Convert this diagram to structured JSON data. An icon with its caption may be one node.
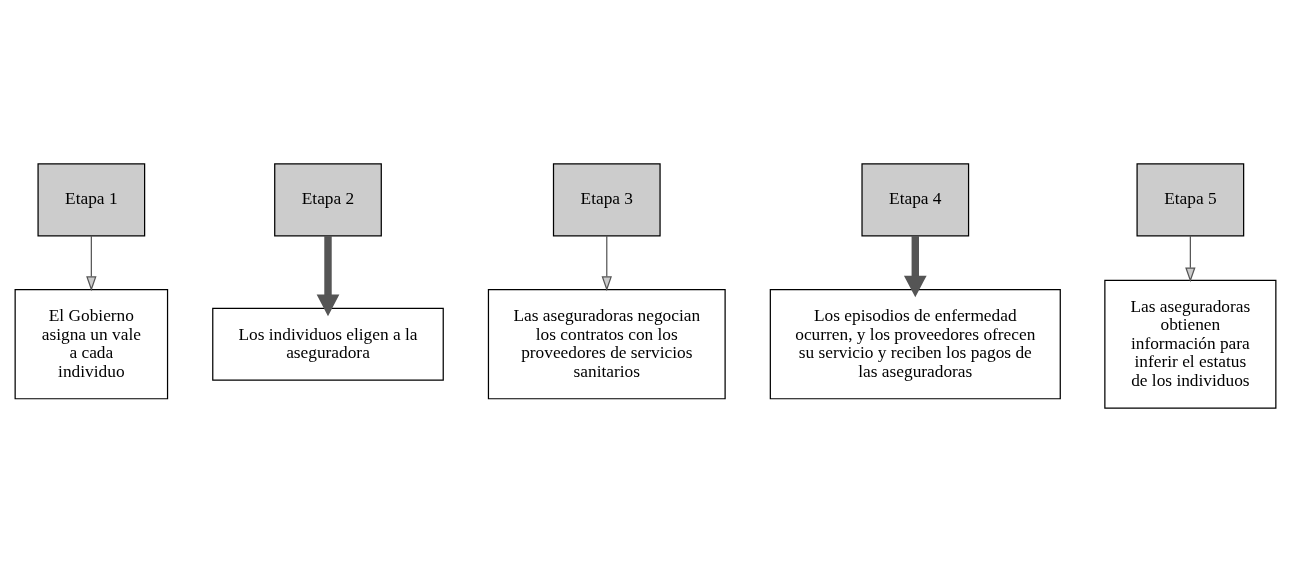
{
  "diagram": {
    "nodes": [
      {
        "text": [
          "Etapa 1"
        ]
      },
      {
        "text": [
          "Etapa 2"
        ]
      },
      {
        "text": [
          "Etapa 3"
        ]
      },
      {
        "text": [
          "Etapa 4"
        ]
      },
      {
        "text": [
          "Etapa 5"
        ]
      },
      {
        "text": [
          "El Gobierno asigna un vale a cada individuo"
        ]
      },
      {
        "text": [
          "Las aseguradoras negocian los contratos con los proveedores de servicios sanitarios"
        ]
      },
      {
        "text": [
          "Las aseguradoras obtienen información para inferir el estatus de los individuos"
        ]
      },
      {
        "text": [
          "Los individuos eligen a la aseguradora"
        ]
      },
      {
        "text": [
          "Los episodios de enfermedad ocurren, y los proveedores ofrecen su servicio y reciben los pagos de las aseguradoras"
        ]
      }
    ],
    "edges": [
      {
        "from": 0,
        "to": 5,
        "arrow": "to"
      },
      {
        "from": 1,
        "to": 8,
        "arrow": "to",
        "style": "thick"
      },
      {
        "from": 2,
        "to": 6,
        "arrow": "to"
      },
      {
        "from": 3,
        "to": 9,
        "arrow": "to",
        "style": "thick"
      },
      {
        "from": 4,
        "to": 7,
        "arrow": "to"
      }
    ]
  }
}
